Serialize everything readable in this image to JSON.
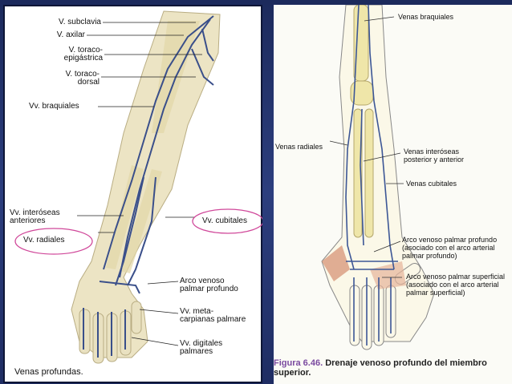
{
  "left_figure": {
    "labels": {
      "subclavia": "V. subclavia",
      "axilar": "V. axilar",
      "toracoepigastrica": "V. toraco-\nepigástrica",
      "toracodorsal": "V. toraco-\ndorsal",
      "braquiales": "Vv. braquiales",
      "interoseas": "Vv. interóseas\nanteriores",
      "cubitales": "Vv. cubitales",
      "radiales": "Vv. radiales",
      "arco": "Arco venoso\npalmar profundo",
      "metacarpianas": "Vv. meta-\ncarpianas palmare",
      "digitales": "Vv. digitales\npalmares"
    },
    "caption": "Venas profundas."
  },
  "right_figure": {
    "labels": {
      "braquiales": "Venas braquiales",
      "radiales": "Venas radiales",
      "interoseas": "Venas interóseas\nposterior y anterior",
      "cubitales": "Venas cubitales",
      "arco_profundo": "Arco venoso palmar profundo\n(asociado con el arco arterial\npalmar profundo)",
      "arco_superficial": "Arco venoso palmar superficial\n(asociado con el arco arterial\npalmar superficial)"
    },
    "caption_figure": "Figura 6.46.",
    "caption_text": "Drenaje venoso profundo del miembro\nsuperior."
  },
  "colors": {
    "vein": "#3a4f8a",
    "bone": "#e9e4b8",
    "highlight_ellipse": "#d0489a",
    "background": "#23336d"
  }
}
